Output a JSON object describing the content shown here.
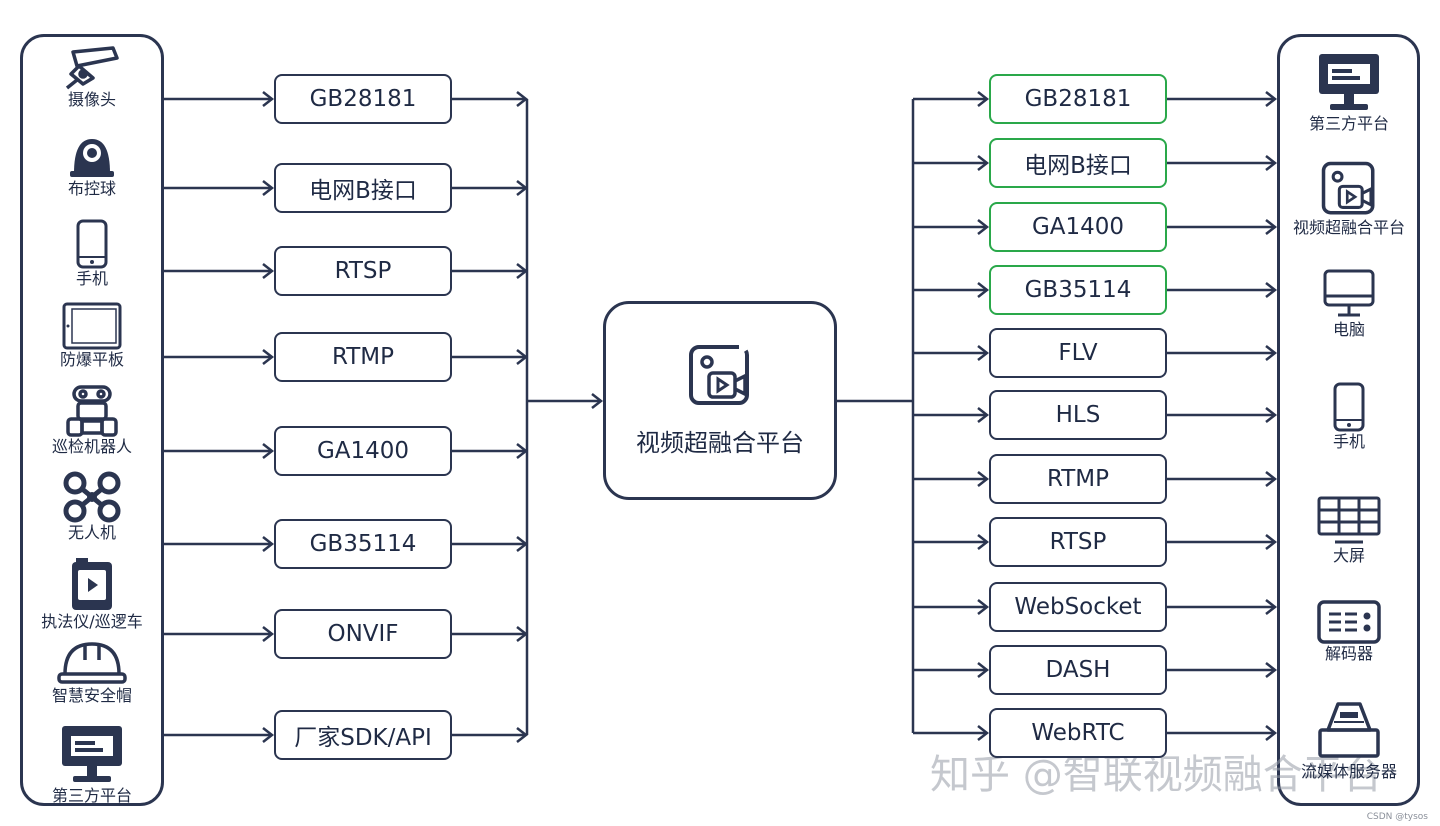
{
  "center": {
    "title": "视频超融合平台",
    "icon": "video-fusion-icon"
  },
  "left_devices": [
    {
      "label": "摄像头",
      "icon": "camera"
    },
    {
      "label": "布控球",
      "icon": "dome"
    },
    {
      "label": "手机",
      "icon": "phone"
    },
    {
      "label": "防爆平板",
      "icon": "tablet"
    },
    {
      "label": "巡检机器人",
      "icon": "robot"
    },
    {
      "label": "无人机",
      "icon": "drone"
    },
    {
      "label": "执法仪/巡逻车",
      "icon": "recorder"
    },
    {
      "label": "智慧安全帽",
      "icon": "helmet"
    },
    {
      "label": "第三方平台",
      "icon": "monitor"
    }
  ],
  "input_protocols": [
    "GB28181",
    "电网B接口",
    "RTSP",
    "RTMP",
    "GA1400",
    "GB35114",
    "ONVIF",
    "厂家SDK/API"
  ],
  "output_protocols": [
    {
      "label": "GB28181",
      "highlight": true
    },
    {
      "label": "电网B接口",
      "highlight": true
    },
    {
      "label": "GA1400",
      "highlight": true
    },
    {
      "label": "GB35114",
      "highlight": true
    },
    {
      "label": "FLV",
      "highlight": false
    },
    {
      "label": "HLS",
      "highlight": false
    },
    {
      "label": "RTMP",
      "highlight": false
    },
    {
      "label": "RTSP",
      "highlight": false
    },
    {
      "label": "WebSocket",
      "highlight": false
    },
    {
      "label": "DASH",
      "highlight": false
    },
    {
      "label": "WebRTC",
      "highlight": false
    }
  ],
  "right_targets": [
    {
      "label": "第三方平台",
      "icon": "monitor"
    },
    {
      "label": "视频超融合平台",
      "icon": "video-fusion"
    },
    {
      "label": "电脑",
      "icon": "computer"
    },
    {
      "label": "手机",
      "icon": "phone"
    },
    {
      "label": "大屏",
      "icon": "screen"
    },
    {
      "label": "解码器",
      "icon": "decoder"
    },
    {
      "label": "流媒体服务器",
      "icon": "server"
    }
  ],
  "watermark": "知乎 @智联视频融合平台",
  "credit": "CSDN @tysos",
  "colors": {
    "line": "#2b3550",
    "highlight": "#2aa84a",
    "watermark": "#969ba5"
  }
}
